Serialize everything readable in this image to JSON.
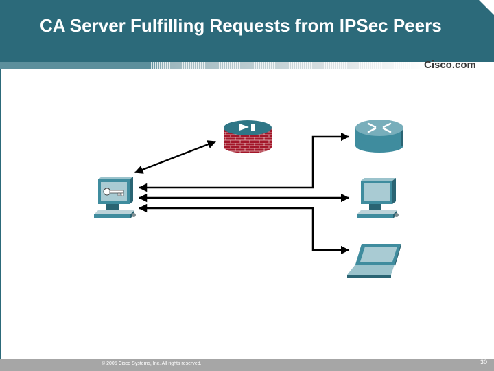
{
  "slide": {
    "title": "CA Server Fulfilling Requests from IPSec Peers",
    "logo": "Cisco.com",
    "copyright": "© 2005 Cisco Systems, Inc. All rights reserved.",
    "page_number": "30"
  },
  "diagram": {
    "nodes": [
      {
        "name": "ca-server",
        "icon": "server-workstation-with-key-icon"
      },
      {
        "name": "firewall",
        "icon": "pix-firewall-icon"
      },
      {
        "name": "router",
        "icon": "router-icon"
      },
      {
        "name": "workstation",
        "icon": "workstation-icon"
      },
      {
        "name": "laptop",
        "icon": "laptop-icon"
      }
    ],
    "connections": [
      {
        "from": "ca-server",
        "to": "firewall",
        "direction": "bidirectional"
      },
      {
        "from": "ca-server",
        "to": "router",
        "direction": "bidirectional"
      },
      {
        "from": "ca-server",
        "to": "workstation",
        "direction": "bidirectional"
      },
      {
        "from": "ca-server",
        "to": "laptop",
        "direction": "bidirectional"
      }
    ],
    "colors": {
      "header": "#2c6a7a",
      "device": "#3f8c9e",
      "firewall_brick": "#a3172a",
      "arrow": "#000000"
    }
  }
}
